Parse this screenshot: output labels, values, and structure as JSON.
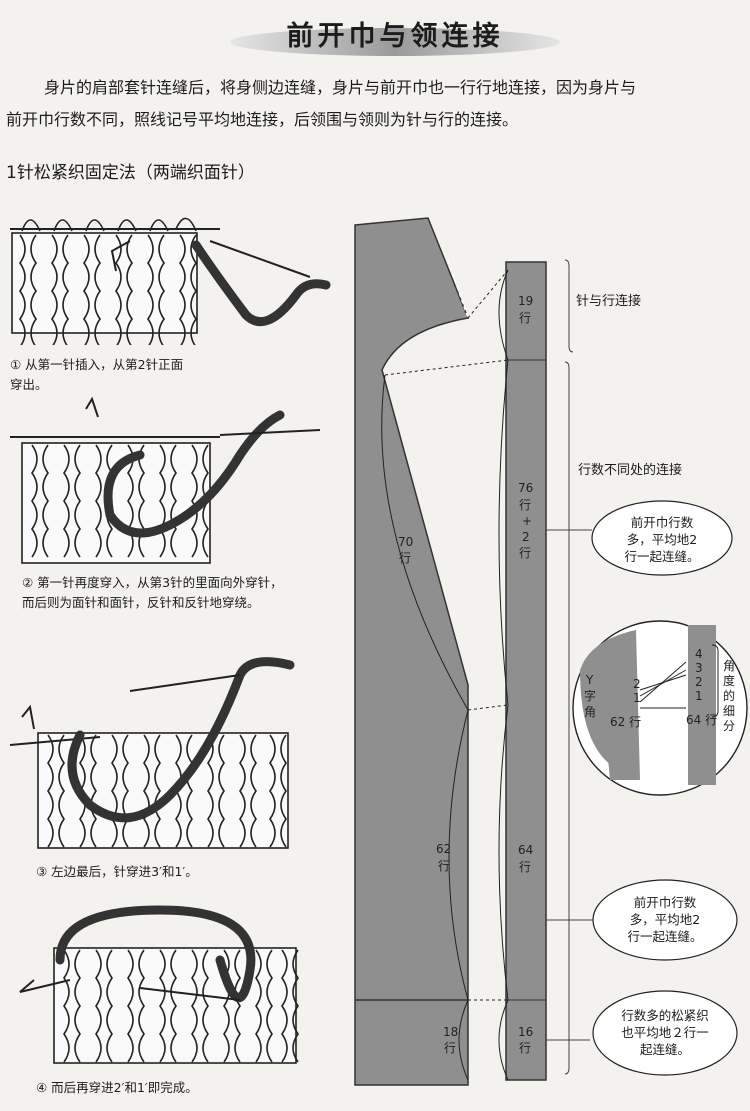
{
  "title": "前开巾与领连接",
  "intro": [
    "身片的肩部套针连缝后，将身侧边连缝，身片与前开巾也一行行地连接，因为身片与",
    "前开巾行数不同，照线记号平均地连接，后领围与领则为针与行的连接。"
  ],
  "section_title": "1针松紧织固定法（两端织面针）",
  "steps": [
    {
      "lines": [
        "① 从第一针插入，从第2针正面",
        "穿出。"
      ]
    },
    {
      "lines": [
        "② 第一针再度穿入，从第3针的里面向外穿针，",
        "而后则为面针和面针，反针和反针地穿绕。"
      ]
    },
    {
      "lines": [
        "③ 左边最后，针穿进3′和1′。"
      ]
    },
    {
      "lines": [
        "④ 而后再穿进2′和1′即完成。"
      ]
    }
  ],
  "diagram": {
    "side_labels": {
      "top": "针与行连接",
      "middle": "行数不同处的连接"
    },
    "body_counts": {
      "upper": [
        "70",
        "行"
      ],
      "lower": [
        "62",
        "行"
      ],
      "bottom": [
        "18",
        "行"
      ]
    },
    "band_counts": {
      "top": [
        "19",
        "行"
      ],
      "upper": [
        "76",
        "行",
        "+",
        "2",
        "行"
      ],
      "lower": [
        "64",
        "行"
      ],
      "bottom": [
        "16",
        "行"
      ]
    },
    "callouts": [
      [
        "前开巾行数",
        "多，平均地2",
        "行一起连缝。"
      ],
      [
        "前开巾行数",
        "多，平均地2",
        "行一起连缝。"
      ],
      [
        "行数多的松紧织",
        "也平均地２行一",
        "起连缝。"
      ]
    ],
    "detail": {
      "y_label": [
        "Y",
        "字",
        "角"
      ],
      "left_count": "62 行",
      "right_count": "64 行",
      "left_nums": [
        "2",
        "1"
      ],
      "right_nums": [
        "4",
        "3",
        "2",
        "1"
      ],
      "angle_label": [
        "角",
        "度",
        "的",
        "细",
        "分"
      ]
    }
  }
}
